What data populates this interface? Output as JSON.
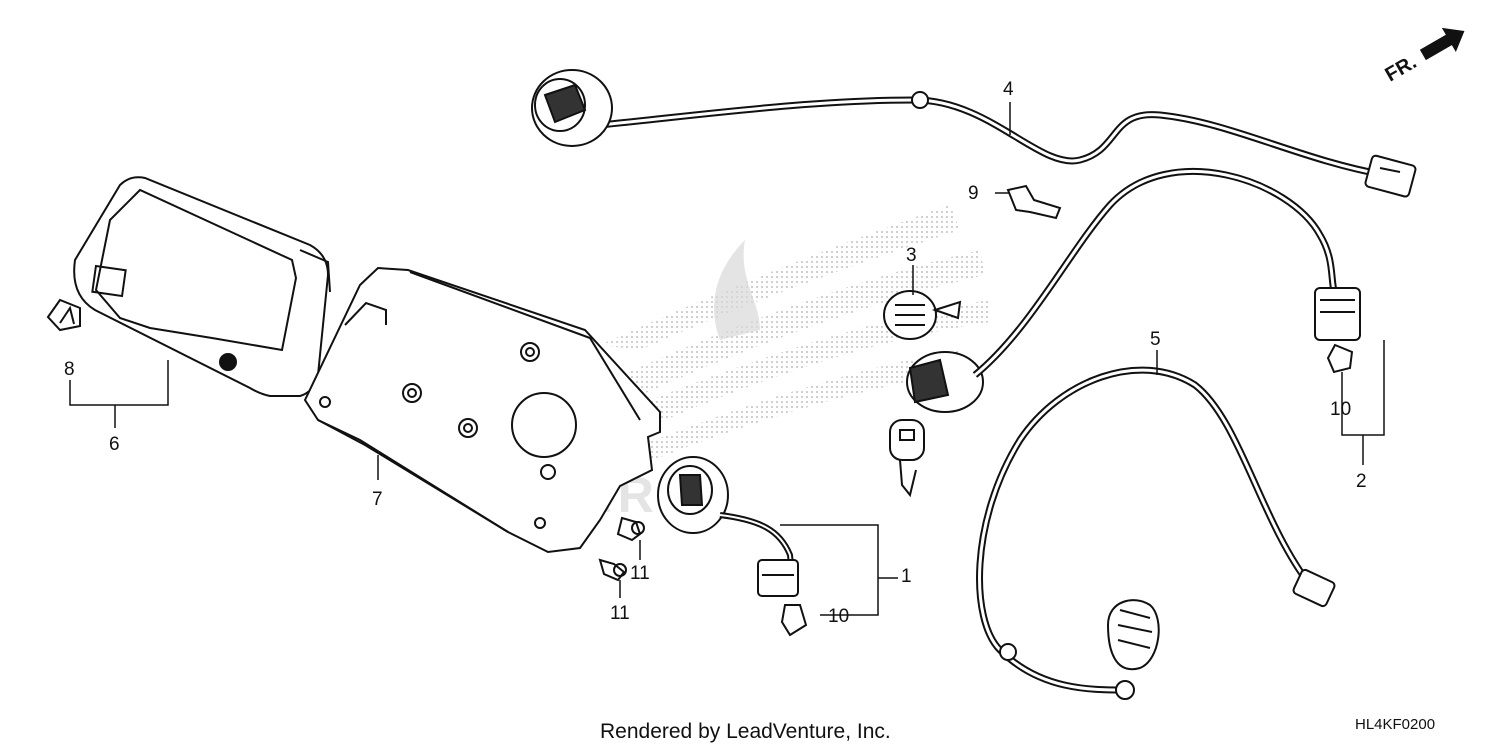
{
  "diagram": {
    "callouts": [
      {
        "id": "callout-1",
        "label": "1"
      },
      {
        "id": "callout-2",
        "label": "2"
      },
      {
        "id": "callout-3",
        "label": "3"
      },
      {
        "id": "callout-4",
        "label": "4"
      },
      {
        "id": "callout-5",
        "label": "5"
      },
      {
        "id": "callout-6",
        "label": "6"
      },
      {
        "id": "callout-7",
        "label": "7"
      },
      {
        "id": "callout-8",
        "label": "8"
      },
      {
        "id": "callout-9",
        "label": "9"
      },
      {
        "id": "callout-10a",
        "label": "10"
      },
      {
        "id": "callout-10b",
        "label": "10"
      },
      {
        "id": "callout-11a",
        "label": "11"
      },
      {
        "id": "callout-11b",
        "label": "11"
      }
    ],
    "direction_label": "FR.",
    "watermark_text": "PARTS",
    "credit": "Rendered by LeadVenture, Inc.",
    "diagram_code": "HL4KF0200"
  }
}
